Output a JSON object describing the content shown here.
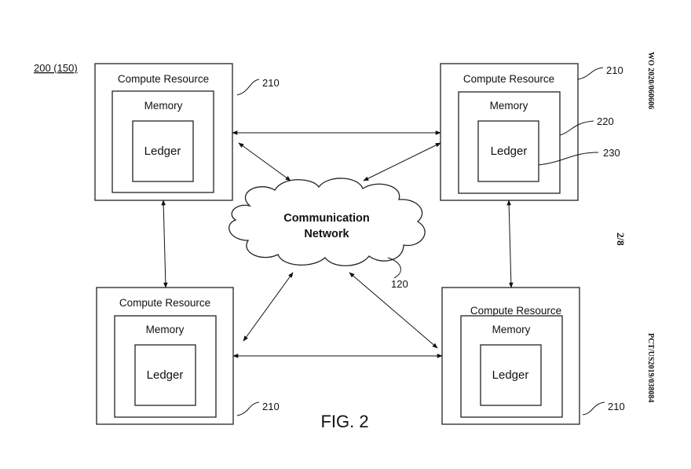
{
  "diagram": {
    "system_ref": "200 (150)",
    "figure_label": "FIG. 2",
    "network": {
      "line1": "Communication",
      "line2": "Network",
      "ref": "120"
    },
    "nodes": [
      {
        "id": "top-left",
        "title": "Compute Resource",
        "memory": "Memory",
        "ledger": "Ledger",
        "ref": "210"
      },
      {
        "id": "top-right",
        "title": "Compute Resource",
        "memory": "Memory",
        "ledger": "Ledger",
        "ref": "210",
        "memory_ref": "220",
        "ledger_ref": "230"
      },
      {
        "id": "bottom-left",
        "title": "Compute Resource",
        "memory": "Memory",
        "ledger": "Ledger",
        "ref": "210"
      },
      {
        "id": "bottom-right",
        "title": "Compute Resource",
        "memory": "Memory",
        "ledger": "Ledger",
        "ref": "210"
      }
    ]
  },
  "margin": {
    "publication_number": "WO 2020/060606",
    "page_number": "2/8",
    "application_number": "PCT/US2019/038084"
  }
}
